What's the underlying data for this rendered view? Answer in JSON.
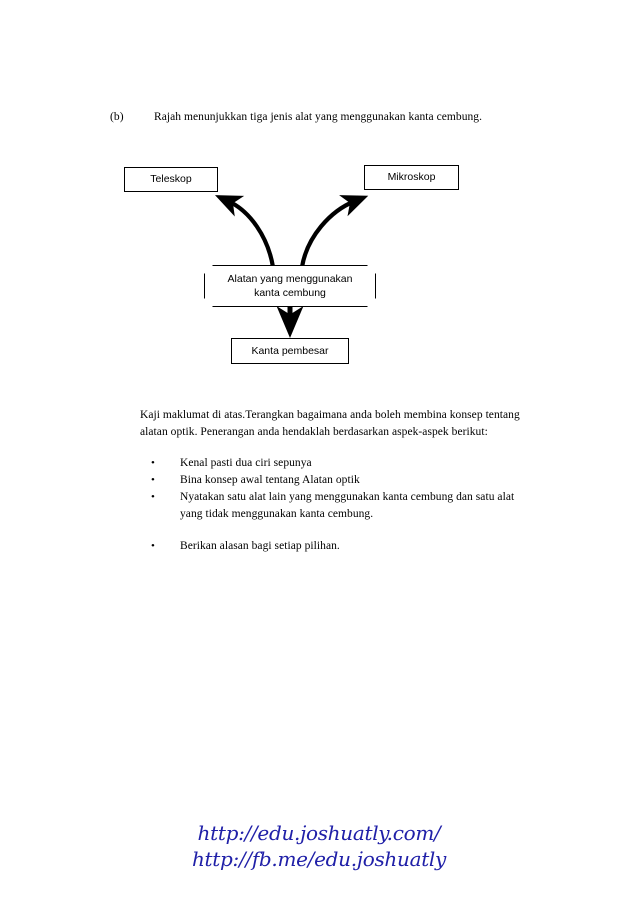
{
  "document": {
    "question": {
      "label": "(b)",
      "text": "Rajah menunjukkan tiga jenis alat yang menggunakan kanta cembung."
    },
    "diagram": {
      "type": "concept-map",
      "center_node": {
        "shape": "octagon",
        "line1": "Alatan yang menggunakan",
        "line2": "kanta cembung"
      },
      "branch_nodes": [
        {
          "label": "Teleskop",
          "position": "top-left",
          "arrow": "curved-up-left"
        },
        {
          "label": "Mikroskop",
          "position": "top-right",
          "arrow": "curved-up-right"
        },
        {
          "label": "Kanta pembesar",
          "position": "bottom-center",
          "arrow": "straight-down"
        }
      ]
    },
    "instructions": {
      "line1": "Kaji maklumat di atas.Terangkan bagaimana anda boleh membina konsep tentang",
      "line2": "alatan optik. Penerangan anda  hendaklah berdasarkan aspek-aspek berikut:"
    },
    "bullets": [
      {
        "text": "Kenal pasti dua ciri sepunya",
        "marker": "•",
        "extra_space_above": false
      },
      {
        "text": "Bina konsep awal tentang Alatan optik",
        "marker": "•",
        "extra_space_above": false
      },
      {
        "text": "Nyatakan satu alat lain yang menggunakan kanta cembung dan satu alat",
        "text_line2": "yang tidak menggunakan kanta cembung.",
        "marker": "•",
        "extra_space_above": false
      },
      {
        "text": "Berikan alasan bagi setiap pilihan.",
        "marker": "•",
        "extra_space_above": true
      }
    ],
    "footer": {
      "line1": "http://edu.joshuatly.com/",
      "line2": "http://fb.me/edu.joshuatly",
      "color": "#2020A8"
    },
    "colors": {
      "page_background": "#ffffff",
      "text": "#000000",
      "stroke": "#000000",
      "footer_link": "#2020A8"
    }
  }
}
